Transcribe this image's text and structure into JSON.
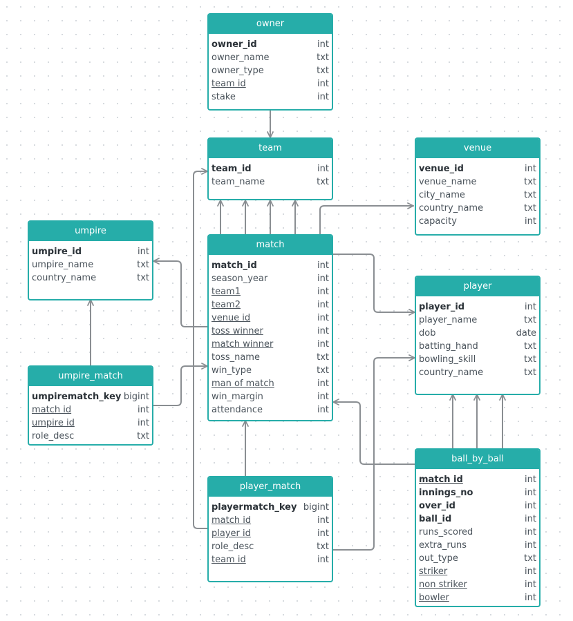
{
  "entities": {
    "owner": {
      "name": "owner",
      "fields": [
        {
          "name": "owner_id",
          "type": "int",
          "pk": true,
          "fk": false
        },
        {
          "name": "owner_name",
          "type": "txt",
          "pk": false,
          "fk": false
        },
        {
          "name": "owner_type",
          "type": "txt",
          "pk": false,
          "fk": false
        },
        {
          "name": "team id",
          "type": "int",
          "pk": false,
          "fk": true
        },
        {
          "name": "stake",
          "type": "int",
          "pk": false,
          "fk": false
        }
      ]
    },
    "team": {
      "name": "team",
      "fields": [
        {
          "name": "team_id",
          "type": "int",
          "pk": true,
          "fk": false
        },
        {
          "name": "team_name",
          "type": "txt",
          "pk": false,
          "fk": false
        }
      ]
    },
    "venue": {
      "name": "venue",
      "fields": [
        {
          "name": "venue_id",
          "type": "int",
          "pk": true,
          "fk": false
        },
        {
          "name": "venue_name",
          "type": "txt",
          "pk": false,
          "fk": false
        },
        {
          "name": "city_name",
          "type": "txt",
          "pk": false,
          "fk": false
        },
        {
          "name": "country_name",
          "type": "txt",
          "pk": false,
          "fk": false
        },
        {
          "name": "capacity",
          "type": "int",
          "pk": false,
          "fk": false
        }
      ]
    },
    "umpire": {
      "name": "umpire",
      "fields": [
        {
          "name": "umpire_id",
          "type": "int",
          "pk": true,
          "fk": false
        },
        {
          "name": "umpire_name",
          "type": "txt",
          "pk": false,
          "fk": false
        },
        {
          "name": "country_name",
          "type": "txt",
          "pk": false,
          "fk": false
        }
      ]
    },
    "match": {
      "name": "match",
      "fields": [
        {
          "name": "match_id",
          "type": "int",
          "pk": true,
          "fk": false
        },
        {
          "name": "season_year",
          "type": "int",
          "pk": false,
          "fk": false
        },
        {
          "name": "team1",
          "type": "int",
          "pk": false,
          "fk": true
        },
        {
          "name": "team2",
          "type": "int",
          "pk": false,
          "fk": true
        },
        {
          "name": "venue id",
          "type": "int",
          "pk": false,
          "fk": true
        },
        {
          "name": "toss winner",
          "type": "int",
          "pk": false,
          "fk": true
        },
        {
          "name": "match winner",
          "type": "int",
          "pk": false,
          "fk": true
        },
        {
          "name": "toss_name",
          "type": "txt",
          "pk": false,
          "fk": false
        },
        {
          "name": "win_type",
          "type": "txt",
          "pk": false,
          "fk": false
        },
        {
          "name": "man of match",
          "type": "int",
          "pk": false,
          "fk": true
        },
        {
          "name": "win_margin",
          "type": "int",
          "pk": false,
          "fk": false
        },
        {
          "name": "attendance",
          "type": "int",
          "pk": false,
          "fk": false
        }
      ]
    },
    "player": {
      "name": "player",
      "fields": [
        {
          "name": "player_id",
          "type": "int",
          "pk": true,
          "fk": false
        },
        {
          "name": "player_name",
          "type": "txt",
          "pk": false,
          "fk": false
        },
        {
          "name": "dob",
          "type": "date",
          "pk": false,
          "fk": false
        },
        {
          "name": "batting_hand",
          "type": "txt",
          "pk": false,
          "fk": false
        },
        {
          "name": "bowling_skill",
          "type": "txt",
          "pk": false,
          "fk": false
        },
        {
          "name": "country_name",
          "type": "txt",
          "pk": false,
          "fk": false
        }
      ]
    },
    "umpire_match": {
      "name": "umpire_match",
      "fields": [
        {
          "name": "umpirematch_key",
          "type": "bigint",
          "pk": true,
          "fk": false
        },
        {
          "name": "match id",
          "type": "int",
          "pk": false,
          "fk": true
        },
        {
          "name": "umpire id",
          "type": "int",
          "pk": false,
          "fk": true
        },
        {
          "name": "role_desc",
          "type": "txt",
          "pk": false,
          "fk": false
        }
      ]
    },
    "player_match": {
      "name": "player_match",
      "fields": [
        {
          "name": "playermatch_key",
          "type": "bigint",
          "pk": true,
          "fk": false
        },
        {
          "name": "match id",
          "type": "int",
          "pk": false,
          "fk": true
        },
        {
          "name": "player id",
          "type": "int",
          "pk": false,
          "fk": true
        },
        {
          "name": "role_desc",
          "type": "txt",
          "pk": false,
          "fk": false
        },
        {
          "name": "team id",
          "type": "int",
          "pk": false,
          "fk": true
        }
      ]
    },
    "ball_by_ball": {
      "name": "ball_by_ball",
      "fields": [
        {
          "name": "match id",
          "type": "int",
          "pk": true,
          "fk": true
        },
        {
          "name": "innings_no",
          "type": "int",
          "pk": true,
          "fk": false
        },
        {
          "name": "over_id",
          "type": "int",
          "pk": true,
          "fk": false
        },
        {
          "name": "ball_id",
          "type": "int",
          "pk": true,
          "fk": false
        },
        {
          "name": "runs_scored",
          "type": "int",
          "pk": false,
          "fk": false
        },
        {
          "name": "extra_runs",
          "type": "int",
          "pk": false,
          "fk": false
        },
        {
          "name": "out_type",
          "type": "txt",
          "pk": false,
          "fk": false
        },
        {
          "name": "striker",
          "type": "int",
          "pk": false,
          "fk": true
        },
        {
          "name": "non striker",
          "type": "int",
          "pk": false,
          "fk": true
        },
        {
          "name": "bowler",
          "type": "int",
          "pk": false,
          "fk": true
        }
      ]
    }
  },
  "colors": {
    "entity_accent": "#26ada9",
    "connector": "#8a8e92",
    "text": "#4a535b"
  },
  "relationships": [
    {
      "from": "owner",
      "to": "team"
    },
    {
      "from": "match",
      "to": "team"
    },
    {
      "from": "match",
      "to": "venue"
    },
    {
      "from": "match",
      "to": "umpire"
    },
    {
      "from": "match",
      "to": "player"
    },
    {
      "from": "umpire_match",
      "to": "umpire"
    },
    {
      "from": "umpire_match",
      "to": "match"
    },
    {
      "from": "player_match",
      "to": "match"
    },
    {
      "from": "player_match",
      "to": "team"
    },
    {
      "from": "player_match",
      "to": "player"
    },
    {
      "from": "ball_by_ball",
      "to": "player"
    },
    {
      "from": "ball_by_ball",
      "to": "match"
    }
  ]
}
